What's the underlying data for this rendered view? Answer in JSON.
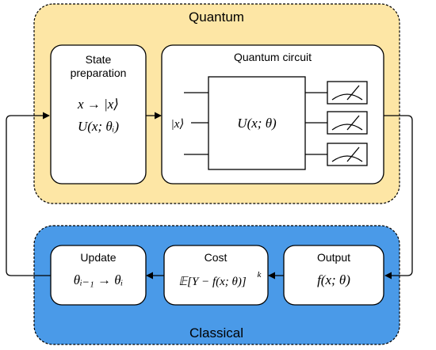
{
  "quantum_region": {
    "title": "Quantum",
    "fill": "#fde6a5"
  },
  "classical_region": {
    "title": "Classical",
    "fill": "#4a9ae8"
  },
  "state_preparation": {
    "title_line1": "State",
    "title_line2": "preparation",
    "eq1": "x → |x⟩",
    "eq2": "U(x; θᵢ)"
  },
  "quantum_circuit": {
    "title": "Quantum circuit",
    "input_ket": "|x⟩",
    "gate_label": "U(x; θ)",
    "measurement_icons": [
      "meter-icon",
      "meter-icon",
      "meter-icon"
    ]
  },
  "update": {
    "title": "Update",
    "eq": "θᵢ₋₁ → θᵢ"
  },
  "cost": {
    "title": "Cost",
    "eq": "𝔼[Y − f(x; θ)]",
    "exponent": "k"
  },
  "output": {
    "title": "Output",
    "eq": "f(x; θ)"
  }
}
